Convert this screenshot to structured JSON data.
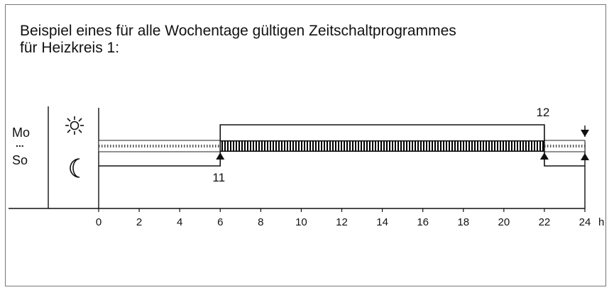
{
  "title": {
    "line1": "Beispiel eines für alle Wochentage gültigen Zeitschaltprogrammes",
    "line2": "für Heizkreis 1:"
  },
  "row_labels": {
    "start": "Mo",
    "dots": "...",
    "end": "So"
  },
  "icons": {
    "day": "sun-icon",
    "night": "moon-icon"
  },
  "chart_data": {
    "type": "step",
    "xlabel": "h",
    "xlim": [
      0,
      24
    ],
    "x_ticks": [
      "0",
      "2",
      "4",
      "6",
      "8",
      "10",
      "12",
      "14",
      "16",
      "18",
      "20",
      "22",
      "24"
    ],
    "levels": [
      "night",
      "day"
    ],
    "program": [
      {
        "from": 0,
        "to": 6,
        "level": "night"
      },
      {
        "from": 6,
        "to": 22,
        "level": "day"
      },
      {
        "from": 22,
        "to": 24,
        "level": "night"
      }
    ],
    "markers": [
      {
        "x": 6,
        "label": "11"
      },
      {
        "x": 22,
        "label": "12"
      }
    ]
  }
}
